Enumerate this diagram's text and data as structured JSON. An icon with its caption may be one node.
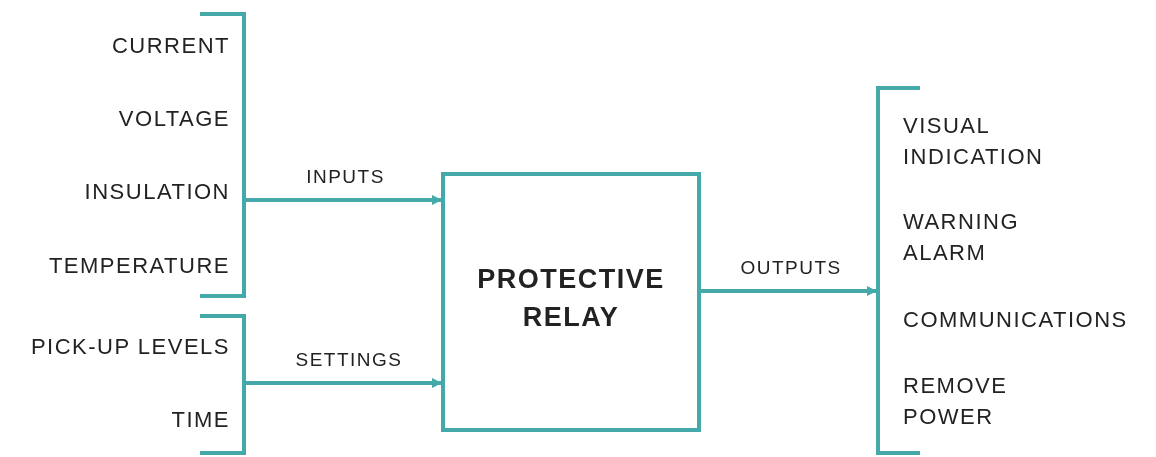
{
  "diagram": {
    "nodes": [
      {
        "text": [
          "CURRENT",
          "VOLTAGE",
          "INSULATION",
          "TEMPERATURE"
        ]
      },
      {
        "text": [
          "PICK-UP LEVELS",
          "TIME"
        ]
      },
      {
        "text": [
          "PROTECTIVE RELAY"
        ]
      },
      {
        "text": [
          "VISUAL INDICATION",
          "WARNING ALARM",
          "COMMUNICATIONS",
          "REMOVE POWER"
        ]
      }
    ],
    "edges": [
      {
        "from": 0,
        "to": 2,
        "arrow": "to",
        "label": "INPUTS"
      },
      {
        "from": 1,
        "to": 2,
        "arrow": "to",
        "label": "SETTINGS"
      },
      {
        "from": 2,
        "to": 3,
        "arrow": "to",
        "label": "OUTPUTS"
      }
    ]
  }
}
